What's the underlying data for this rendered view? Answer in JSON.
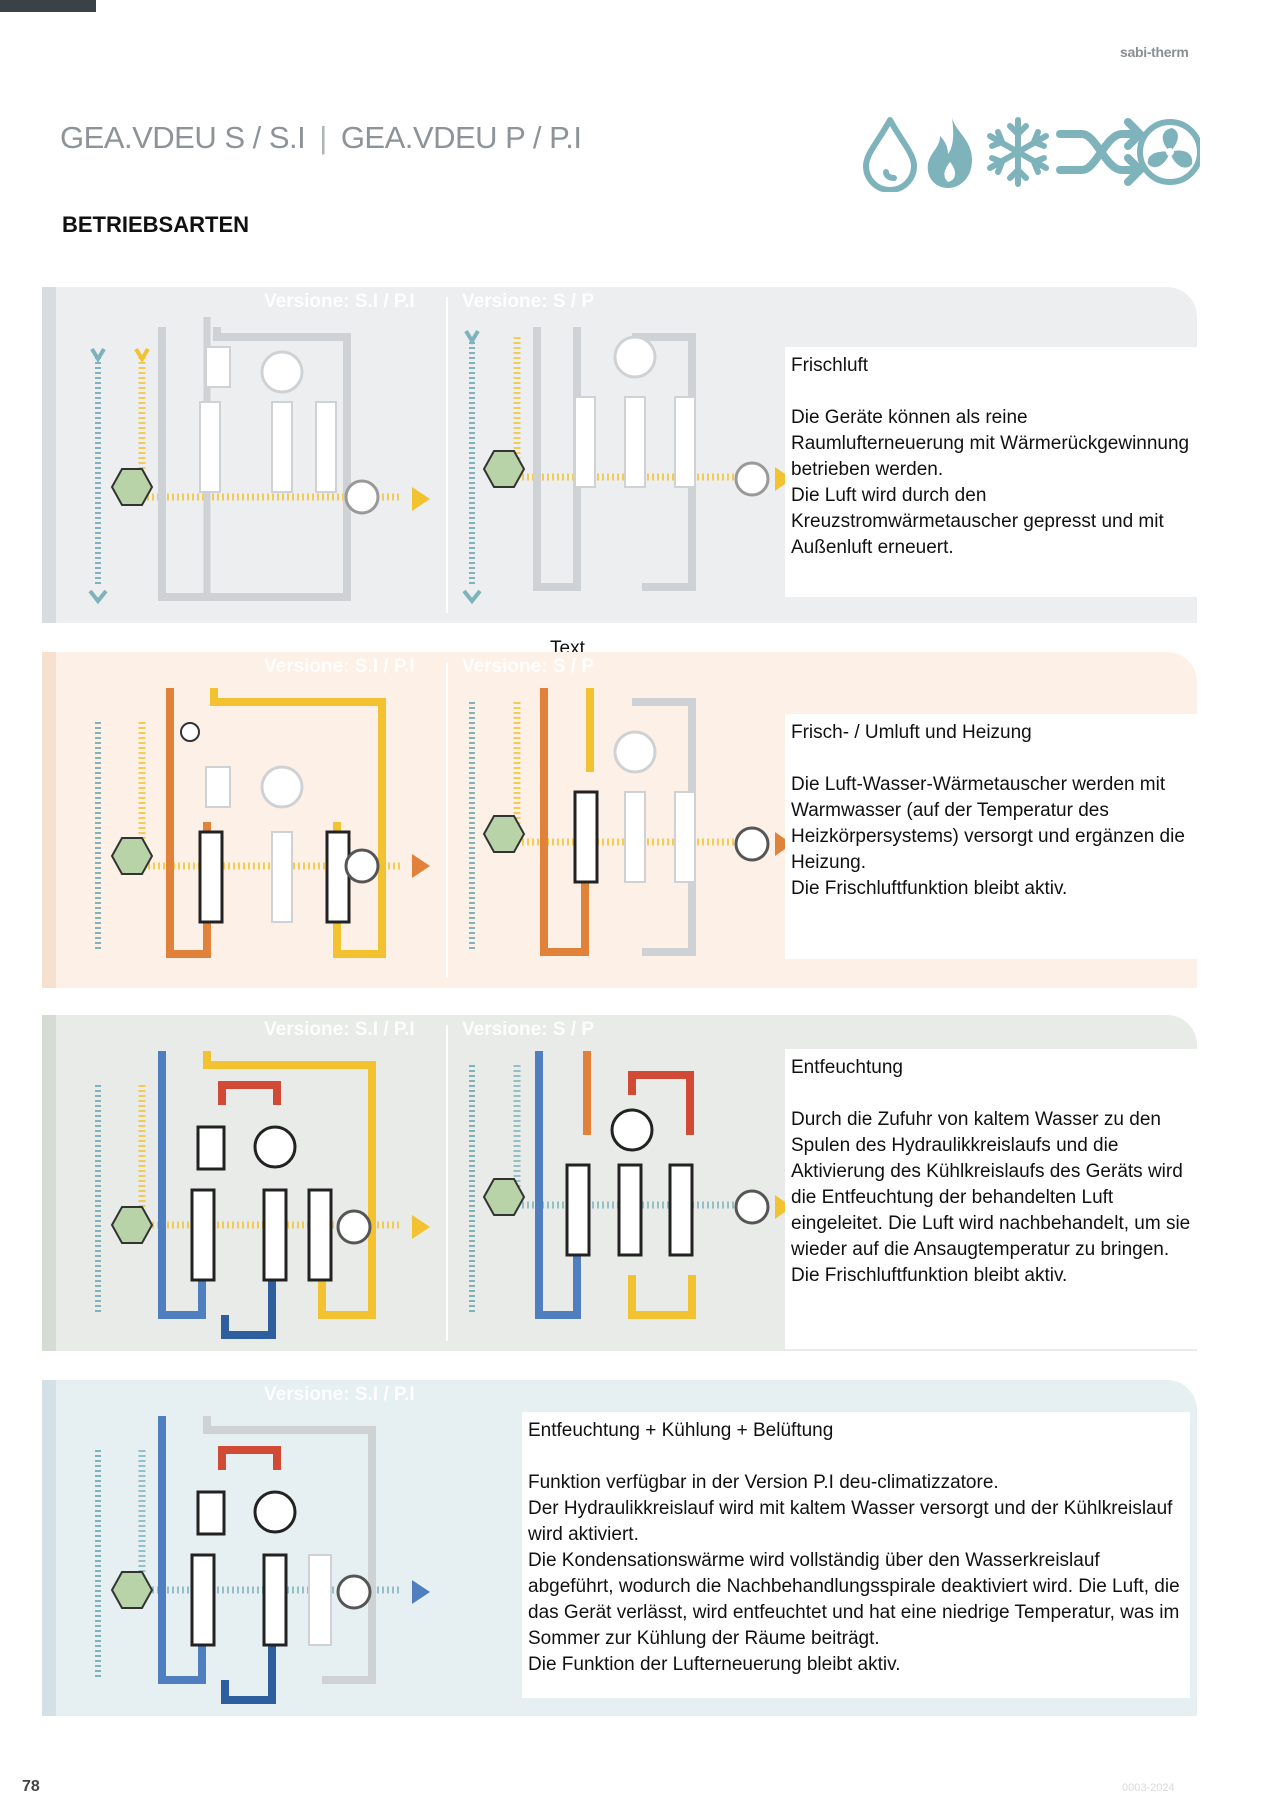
{
  "header": {
    "brand": "sabi-therm",
    "title_left": "GEA.VDEU S / S.I",
    "title_separator": "|",
    "title_right": "GEA.VDEU P / P.I",
    "icons": [
      "water-drop-icon",
      "flame-icon",
      "snowflake-icon",
      "shuffle-arrows-icon",
      "fan-icon"
    ],
    "icon_color": "#7fb3bc"
  },
  "section_heading": "BETRIEBSARTEN",
  "floating_text": "Text",
  "panels": [
    {
      "background": "#eceef0",
      "stripe": "#d9dcdf",
      "version_left": "Versione: S.I / P.I",
      "version_right": "Versione: S / P",
      "title": "Frischluft",
      "body": "Die Geräte können als reine Raumlufterneuerung mit Wärmerückgewinnung betrieben werden.\nDie Luft wird durch den Kreuzstromwärmetauscher gepresst und mit Außenluft erneuert."
    },
    {
      "background": "#fdf0e6",
      "stripe": "#f6e0d0",
      "version_left": "Versione: S.I / P.I",
      "version_right": "Versione: S / P",
      "title": "Frisch- / Umluft und Heizung",
      "body": "Die Luft-Wasser-Wärmetauscher werden mit Warmwasser (auf der Temperatur des Heizkörpersystems) versorgt und ergänzen die Heizung.\nDie Frischluftfunktion bleibt aktiv."
    },
    {
      "background": "#e8ebe8",
      "stripe": "#d6dbd6",
      "version_left": "Versione: S.I / P.I",
      "version_right": "Versione: S / P",
      "title": "Entfeuchtung",
      "body": "Durch die Zufuhr von kaltem Wasser zu den Spulen des Hydraulikkreislaufs und die Aktivierung des Kühlkreislaufs des Geräts wird die Entfeuchtung der behandelten Luft eingeleitet. Die Luft wird nachbehandelt, um sie wieder auf die Ansaugtemperatur zu bringen.\nDie Frischluftfunktion bleibt aktiv."
    },
    {
      "background": "#e6eff2",
      "stripe": "#d3e1e6",
      "version_left": "Versione: S.I / P.I",
      "title": "Entfeuchtung + Kühlung + Belüftung",
      "body": "Funktion verfügbar in der Version P.I deu-climatizzatore.\nDer Hydraulikkreislauf wird mit kaltem Wasser versorgt und der Kühlkreislauf wird aktiviert.\nDie Kondensationswärme wird vollständig über den Wasserkreislauf abgeführt, wodurch die Nachbehandlungsspirale deaktiviert wird. Die Luft, die das Gerät verlässt, wird entfeuchtet und hat eine niedrige Temperatur, was im Sommer zur Kühlung der Räume beiträgt.\nDie Funktion der Lufterneuerung bleibt aktiv."
    }
  ],
  "colors": {
    "air_teal": "#7fb3bc",
    "air_yellow": "#f2c230",
    "pipe_grey": "#cfd2d5",
    "hot_orange": "#e0823a",
    "warm_yellow": "#f2c230",
    "cold_blue": "#4f7fbf",
    "hot_red": "#d04a35"
  },
  "footer": {
    "page_number": "78",
    "page_code": "0003-2024"
  }
}
